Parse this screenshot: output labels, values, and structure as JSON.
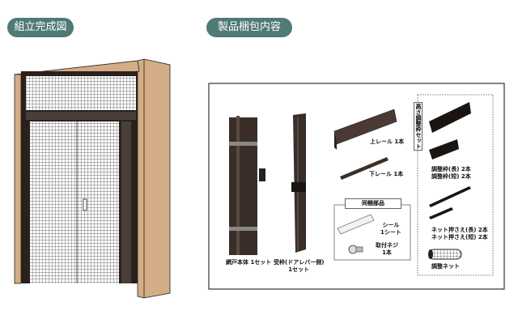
{
  "headings": {
    "assembled": "組立完成図",
    "contents": "製品梱包内容"
  },
  "parts": {
    "screen_body": {
      "name": "網戸本体",
      "qty": "1セット"
    },
    "receiver": {
      "name": "受枠(ドアレバー側)",
      "qty": "1セット"
    },
    "upper_rail": "上レール 1本",
    "lower_rail": "下レール 1本",
    "included_parts": {
      "title": "同梱部品",
      "seal": {
        "name": "シール",
        "qty": "1シート"
      },
      "screw": {
        "name": "取付ネジ",
        "qty": "1本"
      }
    },
    "height_adjust_set": {
      "title": "高さ調整枠セット",
      "frame_long": "調整枠(長) 2本",
      "frame_short": "調整枠(短) 2本",
      "net_holder_long": "ネット押さえ(長) 2本",
      "net_holder_short": "ネット押さえ(短) 2本",
      "net": "調整ネット"
    }
  },
  "colors": {
    "badge": "#4f7a78",
    "wood": "#d4ad86",
    "frame": "#2a211d"
  }
}
